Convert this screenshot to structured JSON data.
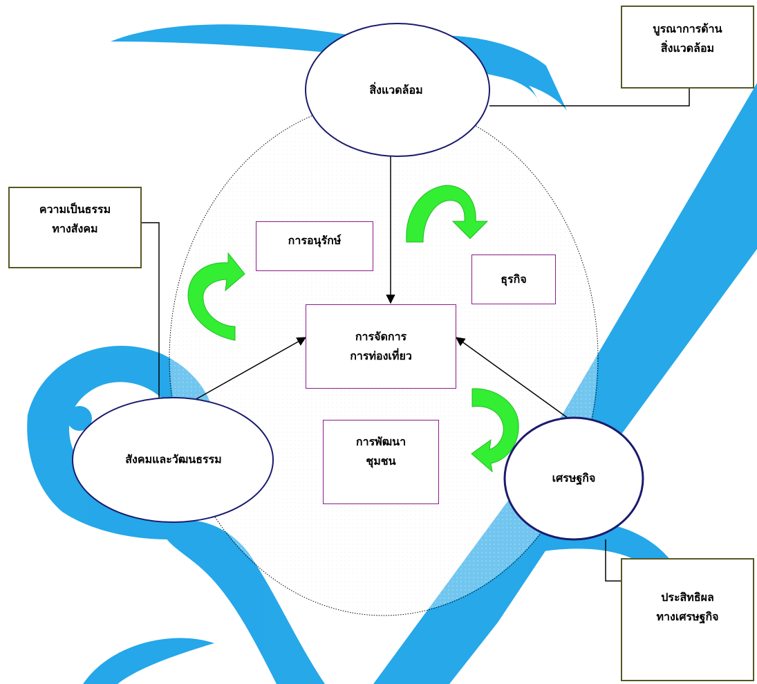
{
  "colors": {
    "swirl": "#1aa3e8",
    "ellipse_border": "#1a1a6e",
    "outer_box_border": "#555522",
    "inner_box_border": "#8a1a8a",
    "arrow_green": "#33ee33"
  },
  "hubs": {
    "environment": "สิ่งแวดล้อม",
    "society": "สังคมและวัฒนธรรม",
    "economy": "เศรษฐกิจ"
  },
  "center": {
    "line1": "การจัดการ",
    "line2": "การท่องเที่ยว"
  },
  "inner_boxes": {
    "conservation": "การอนุรักษ์",
    "business": "ธุรกิจ",
    "community_line1": "การพัฒนา",
    "community_line2": "ชุมชน"
  },
  "outer_boxes": {
    "env_integration_line1": "บูรณาการด้าน",
    "env_integration_line2": "สิ่งแวดล้อม",
    "social_justice_line1": "ความเป็นธรรม",
    "social_justice_line2": "ทางสังคม",
    "econ_efficiency_line1": "ประสิทธิผล",
    "econ_efficiency_line2": "ทางเศรษฐกิจ"
  }
}
